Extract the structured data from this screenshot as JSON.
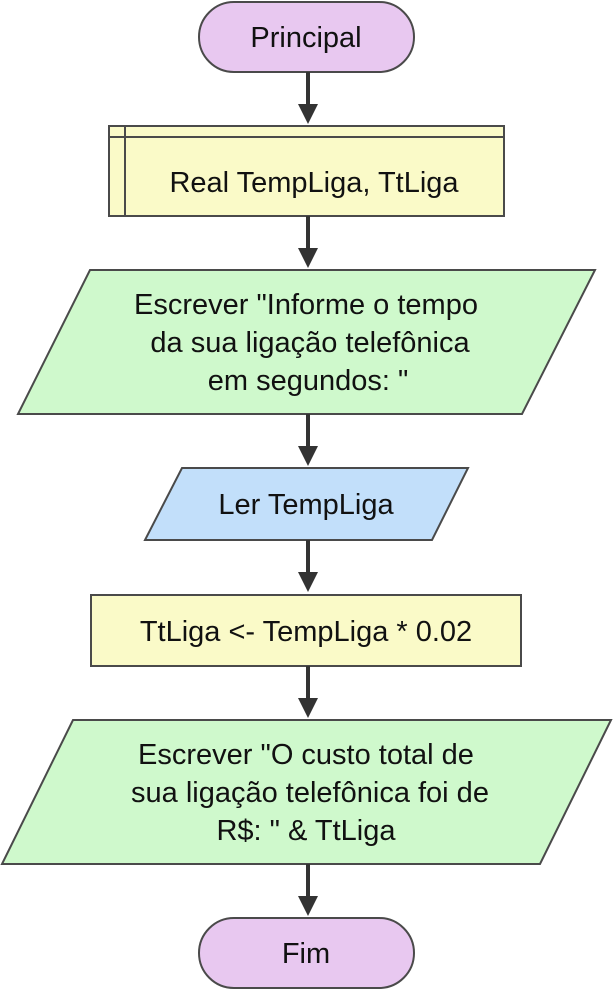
{
  "colors": {
    "terminal": "#e8c8f0",
    "declare": "#fafac8",
    "output": "#cff9cc",
    "input": "#c2dffa",
    "process": "#fafac8",
    "arrow": "#333333"
  },
  "flowchart": {
    "start": "Principal",
    "declare": "Real TempLiga, TtLiga",
    "output1": [
      "Escrever \"Informe o tempo",
      "da sua ligação telefônica",
      "em segundos: \""
    ],
    "input": "Ler TempLiga",
    "process": "TtLiga <- TempLiga * 0.02",
    "output2": [
      "Escrever \"O custo total de",
      "sua ligação telefônica foi de",
      "R$: \" & TtLiga"
    ],
    "end": "Fim"
  }
}
